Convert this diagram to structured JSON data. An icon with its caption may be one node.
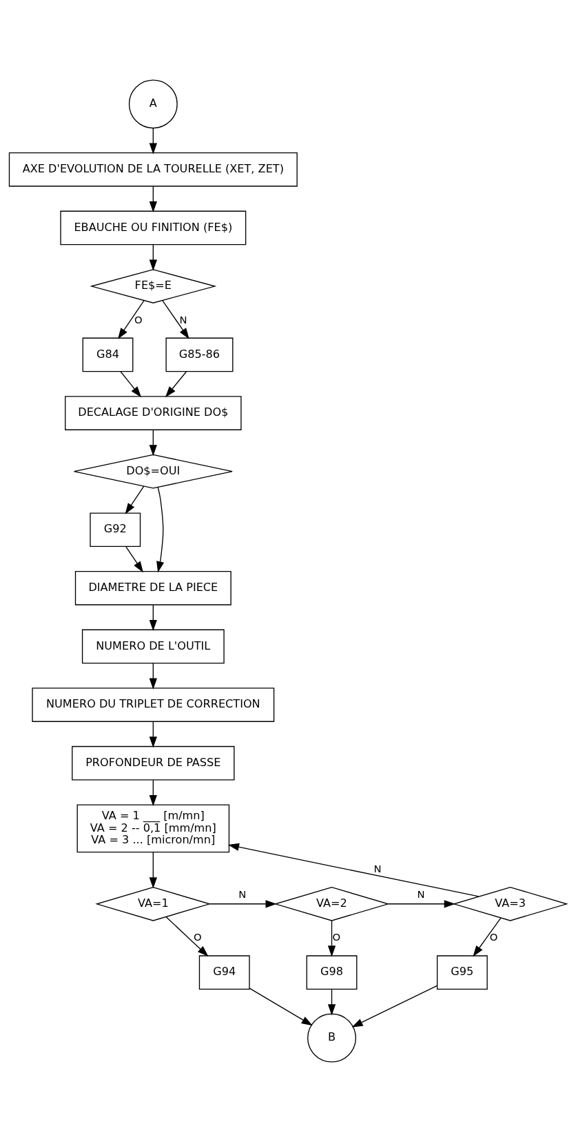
{
  "diagram": {
    "nodes": [
      {
        "text": [
          "A"
        ]
      },
      {
        "text": [
          "AXE D'EVOLUTION DE LA TOURELLE (XET, ZET)"
        ]
      },
      {
        "text": [
          "EBAUCHE OU FINITION (FE$)"
        ]
      },
      {
        "text": [
          "FE$=E"
        ]
      },
      {
        "text": [
          "G84"
        ]
      },
      {
        "text": [
          "G85-86"
        ]
      },
      {
        "text": [
          "DECALAGE D'ORIGINE DO$"
        ]
      },
      {
        "text": [
          "DO$=OUI"
        ]
      },
      {
        "text": [
          "G92"
        ]
      },
      {
        "text": [
          "DIAMETRE DE LA PIECE"
        ]
      },
      {
        "text": [
          "NUMERO DE L'OUTIL"
        ]
      },
      {
        "text": [
          "NUMERO DU TRIPLET DE CORRECTION"
        ]
      },
      {
        "text": [
          "PROFONDEUR DE PASSE"
        ]
      },
      {
        "text": [
          "VA = 1 ___ [m/mn]",
          "VA = 2 -- 0,1 [mm/mn]",
          "VA = 3 ... [micron/mn]"
        ]
      },
      {
        "text": [
          "VA=1"
        ]
      },
      {
        "text": [
          "VA=2"
        ]
      },
      {
        "text": [
          "VA=3"
        ]
      },
      {
        "text": [
          "G94"
        ]
      },
      {
        "text": [
          "G98"
        ]
      },
      {
        "text": [
          "G95"
        ]
      },
      {
        "text": [
          "B"
        ]
      }
    ],
    "edges": [
      {
        "from": 0,
        "to": 1,
        "arrow": "to"
      },
      {
        "from": 1,
        "to": 2,
        "arrow": "to"
      },
      {
        "from": 2,
        "to": 3,
        "arrow": "to"
      },
      {
        "from": 3,
        "to": 4,
        "arrow": "to",
        "label": "O"
      },
      {
        "from": 3,
        "to": 5,
        "arrow": "to",
        "label": "N"
      },
      {
        "from": 4,
        "to": 6,
        "arrow": "to"
      },
      {
        "from": 5,
        "to": 6,
        "arrow": "to"
      },
      {
        "from": 6,
        "to": 7,
        "arrow": "to"
      },
      {
        "from": 7,
        "to": 8,
        "arrow": "to"
      },
      {
        "from": 7,
        "to": 9,
        "arrow": "to"
      },
      {
        "from": 8,
        "to": 9,
        "arrow": "to"
      },
      {
        "from": 9,
        "to": 10,
        "arrow": "to"
      },
      {
        "from": 10,
        "to": 11,
        "arrow": "to"
      },
      {
        "from": 11,
        "to": 12,
        "arrow": "to"
      },
      {
        "from": 12,
        "to": 13,
        "arrow": "to"
      },
      {
        "from": 13,
        "to": 14,
        "arrow": "to"
      },
      {
        "from": 14,
        "to": 15,
        "arrow": "to",
        "label": "N"
      },
      {
        "from": 15,
        "to": 16,
        "arrow": "to",
        "label": "N"
      },
      {
        "from": 16,
        "to": 13,
        "arrow": "to",
        "label": "N"
      },
      {
        "from": 14,
        "to": 17,
        "arrow": "to",
        "label": "O"
      },
      {
        "from": 15,
        "to": 18,
        "arrow": "to",
        "label": "O"
      },
      {
        "from": 16,
        "to": 19,
        "arrow": "to",
        "label": "O"
      },
      {
        "from": 17,
        "to": 20,
        "arrow": "to"
      },
      {
        "from": 18,
        "to": 20,
        "arrow": "to"
      },
      {
        "from": 19,
        "to": 20,
        "arrow": "to"
      }
    ]
  }
}
